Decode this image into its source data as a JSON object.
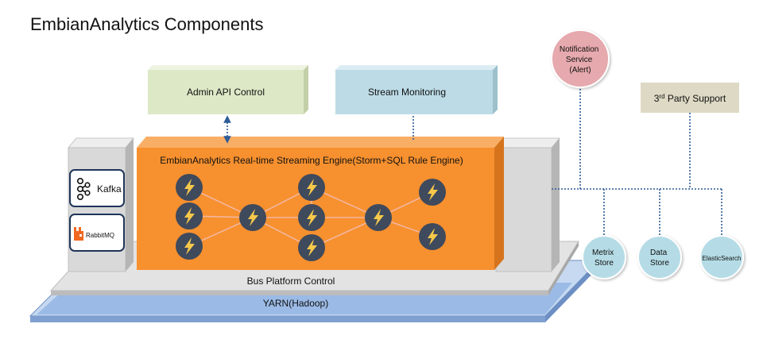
{
  "title": "EmbianAnalytics Components",
  "boxes": {
    "admin_api": "Admin API Control",
    "stream_monitoring": "Stream Monitoring",
    "third_party": {
      "prefix": "3",
      "sup": "rd",
      "suffix": " Party Support"
    }
  },
  "engine": {
    "label": "EmbianAnalytics Real-time Streaming Engine(Storm+SQL Rule Engine)"
  },
  "sources": [
    {
      "label": "Kafka",
      "icon": "kafka-icon"
    },
    {
      "label": "RabbitMQ",
      "icon": "rabbitmq-icon"
    }
  ],
  "platform": {
    "bus": "Bus Platform Control",
    "yarn": "YARN(Hadoop)"
  },
  "notification": [
    "Notification",
    "Service",
    "(Alert)"
  ],
  "stores": {
    "metrix": [
      "Metrix",
      "Store"
    ],
    "data": [
      "Data",
      "Store"
    ],
    "elastic": "ElasticSearch"
  },
  "colors": {
    "engine": "#f7902e",
    "engine_top": "#f9ae66",
    "engine_side": "#d6741d",
    "admin_box": "#dde8c6",
    "monitor_box": "#bcdbe6",
    "third_party_box": "#ddd9c4",
    "notification_circle": "#e6a9ad",
    "store_circle": "#b5dce6",
    "yarn": "#9bbbe6",
    "bus": "#d9d9d9",
    "bolt_circle": "#3f4a5c",
    "bolt": "#f7c84a",
    "connector": "#2e5c96"
  }
}
